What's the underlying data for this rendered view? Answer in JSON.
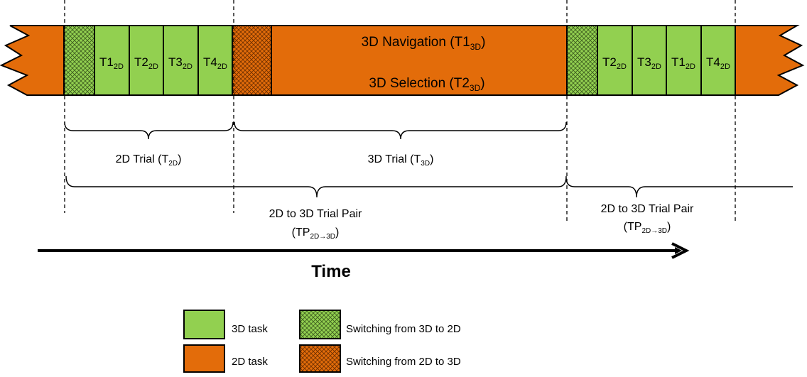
{
  "colors": {
    "task_3d": "#92d050",
    "task_2d": "#e36c0a",
    "outline": "#000000"
  },
  "timeline": {
    "segments_2d_left": [
      {
        "main": "T1",
        "sub": "2D"
      },
      {
        "main": "T2",
        "sub": "2D"
      },
      {
        "main": "T3",
        "sub": "2D"
      },
      {
        "main": "T4",
        "sub": "2D"
      }
    ],
    "block_3d": {
      "navigation": {
        "main": "3D  Navigation (T1",
        "sub": "3D",
        "close": ")"
      },
      "selection": {
        "main": "3D Selection (T2",
        "sub": "3D",
        "close": ")"
      }
    },
    "segments_2d_right": [
      {
        "main": "T2",
        "sub": "2D"
      },
      {
        "main": "T3",
        "sub": "2D"
      },
      {
        "main": "T1",
        "sub": "2D"
      },
      {
        "main": "T4",
        "sub": "2D"
      }
    ]
  },
  "braces": {
    "trial_2d": {
      "main": "2D Trial (T",
      "sub": "2D",
      "close": ")"
    },
    "trial_3d": {
      "main": "3D Trial (T",
      "sub": "3D",
      "close": ")"
    },
    "pair_left": {
      "line1": "2D to 3D Trial  Pair",
      "main": "(TP",
      "sub": "2D→3D",
      "close": ")"
    },
    "pair_right": {
      "line1": "2D to 3D Trial  Pair",
      "main": "(TP",
      "sub": "2D→3D",
      "close": ")"
    }
  },
  "time_label": "Time",
  "legend": {
    "task_3d": "3D task",
    "task_2d": "2D task",
    "switch_3d_to_2d": "Switching from 3D to 2D",
    "switch_2d_to_3d": "Switching from 2D to 3D"
  }
}
